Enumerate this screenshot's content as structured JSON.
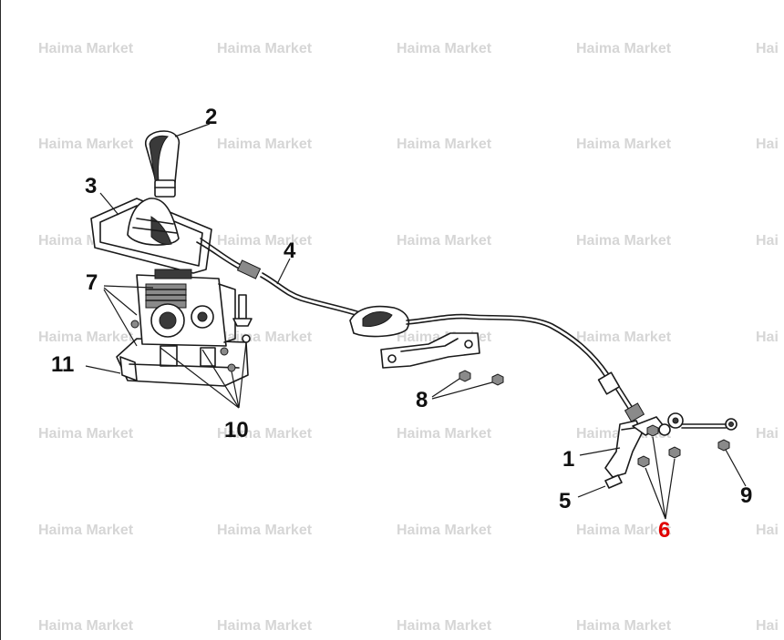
{
  "watermark": {
    "text": "Haima Market",
    "partial_text": "Hai",
    "color": "#d6d6d6"
  },
  "callouts": [
    {
      "number": "1",
      "color": "#111111"
    },
    {
      "number": "2",
      "color": "#111111"
    },
    {
      "number": "3",
      "color": "#111111"
    },
    {
      "number": "4",
      "color": "#111111"
    },
    {
      "number": "5",
      "color": "#111111"
    },
    {
      "number": "6",
      "color": "#e00000"
    },
    {
      "number": "7",
      "color": "#111111"
    },
    {
      "number": "8",
      "color": "#111111"
    },
    {
      "number": "9",
      "color": "#111111"
    },
    {
      "number": "10",
      "color": "#111111"
    },
    {
      "number": "11",
      "color": "#111111"
    }
  ]
}
